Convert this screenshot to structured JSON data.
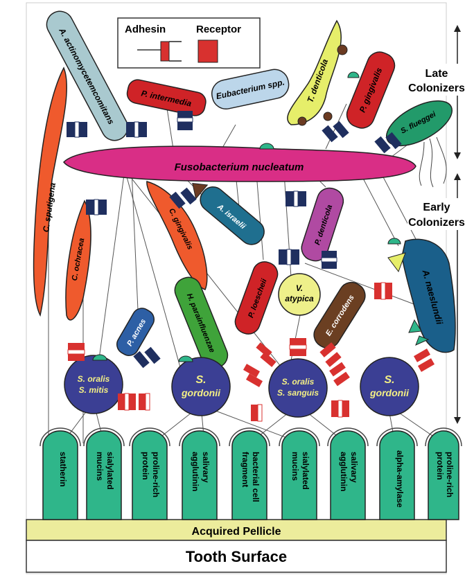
{
  "legend": {
    "adhesin": "Adhesin",
    "receptor": "Receptor"
  },
  "side_labels": {
    "late": [
      "Late",
      "Colonizers"
    ],
    "early": [
      "Early",
      "Colonizers"
    ]
  },
  "bacteria": {
    "fusobacterium": "Fusobacterium nucleatum",
    "actino_comitans": "A. actinomycetemcomitans",
    "p_intermedia": "P. intermedia",
    "eubacterium": "Eubacterium spp.",
    "t_denticola": "T. denticola",
    "p_gingivalis": "P. gingivalis",
    "s_flueggei": "S. flueggei",
    "c_sputigena": "C. sputigena",
    "c_ochracea": "C. ochracea",
    "c_gingivalis": "C. gingivalis",
    "a_israelii": "A. israelii",
    "p_denticola": "P. denticola",
    "p_loescheii": "P. loescheii",
    "v_atypica": [
      "V.",
      "atypica"
    ],
    "e_corrodens": "E. corrodens",
    "a_naeslundii": "A. naeslundii",
    "p_acnes": "P. acnes",
    "h_parainfluenzae": "H. parainfluenzae"
  },
  "streptococci": [
    {
      "lines": [
        "S. oralis",
        "S. mitis"
      ]
    },
    {
      "lines": [
        "S.",
        "gordonii"
      ]
    },
    {
      "lines": [
        "S. oralis",
        "S. sanguis"
      ]
    },
    {
      "lines": [
        "S.",
        "gordonii"
      ]
    }
  ],
  "receptors": [
    {
      "lines": [
        "statherin"
      ]
    },
    {
      "lines": [
        "sialylated",
        "mucins"
      ]
    },
    {
      "lines": [
        "proline-rich",
        "protein"
      ]
    },
    {
      "lines": [
        "salivary",
        "agglutinin"
      ]
    },
    {
      "lines": [
        "bacterial cell",
        "fragment"
      ]
    },
    {
      "lines": [
        "sialylated",
        "mucins"
      ]
    },
    {
      "lines": [
        "salivary",
        "agglutinin"
      ]
    },
    {
      "lines": [
        "alpha-amylase"
      ]
    },
    {
      "lines": [
        "proline-rich",
        "protein"
      ]
    }
  ],
  "base": {
    "pellicle": "Acquired Pellicle",
    "tooth": "Tooth Surface"
  },
  "colors": {
    "receptor_green": "#2fb68a",
    "strep_blue": "#3b3f94",
    "fuso_pink": "#d92e86",
    "pellicle_yellow": "#ecec9c",
    "receptor_red": "#d8312f",
    "adhesin_navy": "#1f2f5f"
  }
}
